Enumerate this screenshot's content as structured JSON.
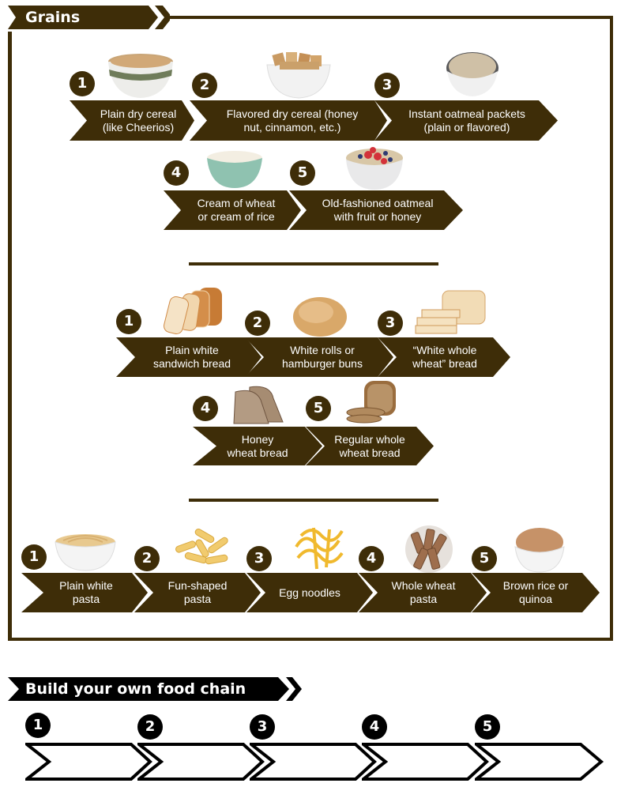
{
  "colors": {
    "brown": "#3e2d08",
    "black": "#000000",
    "white": "#ffffff"
  },
  "grains_section": {
    "title": "Grains",
    "groups": [
      {
        "name": "cereal",
        "items": [
          {
            "number": "1",
            "label": "Plain dry cereal (like Cheerios)",
            "line1": "Plain dry cereal",
            "line2": "(like Cheerios)",
            "image": "cheerios-bowl-icon"
          },
          {
            "number": "2",
            "label": "Flavored dry cereal (honey nut, cinnamon, etc.)",
            "line1": "Flavored dry cereal (honey",
            "line2": "nut, cinnamon, etc.)",
            "image": "cinnamon-cereal-bowl-icon"
          },
          {
            "number": "3",
            "label": "Instant oatmeal packets (plain or flavored)",
            "line1": "Instant oatmeal packets",
            "line2": "(plain or flavored)",
            "image": "instant-oatmeal-bowl-icon"
          },
          {
            "number": "4",
            "label": "Cream of wheat or cream of rice",
            "line1": "Cream of wheat",
            "line2": "or cream of rice",
            "image": "cream-of-wheat-bowl-icon"
          },
          {
            "number": "5",
            "label": "Old-fashioned oatmeal with fruit or honey",
            "line1": "Old-fashioned oatmeal",
            "line2": "with fruit or honey",
            "image": "oatmeal-with-berries-icon"
          }
        ]
      },
      {
        "name": "bread",
        "items": [
          {
            "number": "1",
            "label": "Plain white sandwich bread",
            "line1": "Plain white",
            "line2": "sandwich bread",
            "image": "white-bread-loaf-icon"
          },
          {
            "number": "2",
            "label": "White rolls or hamburger buns",
            "line1": "White rolls or",
            "line2": "hamburger buns",
            "image": "bread-roll-icon"
          },
          {
            "number": "3",
            "label": "“White whole wheat” bread",
            "line1": "“White whole",
            "line2": "wheat” bread",
            "image": "white-whole-wheat-loaf-icon"
          },
          {
            "number": "4",
            "label": "Honey wheat bread",
            "line1": "Honey",
            "line2": "wheat bread",
            "image": "honey-wheat-slices-icon"
          },
          {
            "number": "5",
            "label": "Regular whole wheat bread",
            "line1": "Regular whole",
            "line2": "wheat bread",
            "image": "whole-wheat-loaf-icon"
          }
        ]
      },
      {
        "name": "pasta",
        "items": [
          {
            "number": "1",
            "label": "Plain white pasta",
            "line1": "Plain white",
            "line2": "pasta",
            "image": "spaghetti-bowl-icon"
          },
          {
            "number": "2",
            "label": "Fun-shaped pasta",
            "line1": "Fun-shaped",
            "line2": "pasta",
            "image": "rotini-pasta-icon"
          },
          {
            "number": "3",
            "label": "Egg noodles",
            "line1": "Egg noodles",
            "line2": "",
            "image": "egg-noodles-icon"
          },
          {
            "number": "4",
            "label": "Whole wheat pasta",
            "line1": "Whole wheat",
            "line2": "pasta",
            "image": "whole-wheat-penne-icon"
          },
          {
            "number": "5",
            "label": "Brown rice or quinoa",
            "line1": "Brown rice or",
            "line2": "quinoa",
            "image": "brown-rice-bowl-icon"
          }
        ]
      }
    ]
  },
  "build_section": {
    "title": "Build your own food chain",
    "slots": [
      {
        "number": "1",
        "value": ""
      },
      {
        "number": "2",
        "value": ""
      },
      {
        "number": "3",
        "value": ""
      },
      {
        "number": "4",
        "value": ""
      },
      {
        "number": "5",
        "value": ""
      }
    ]
  }
}
